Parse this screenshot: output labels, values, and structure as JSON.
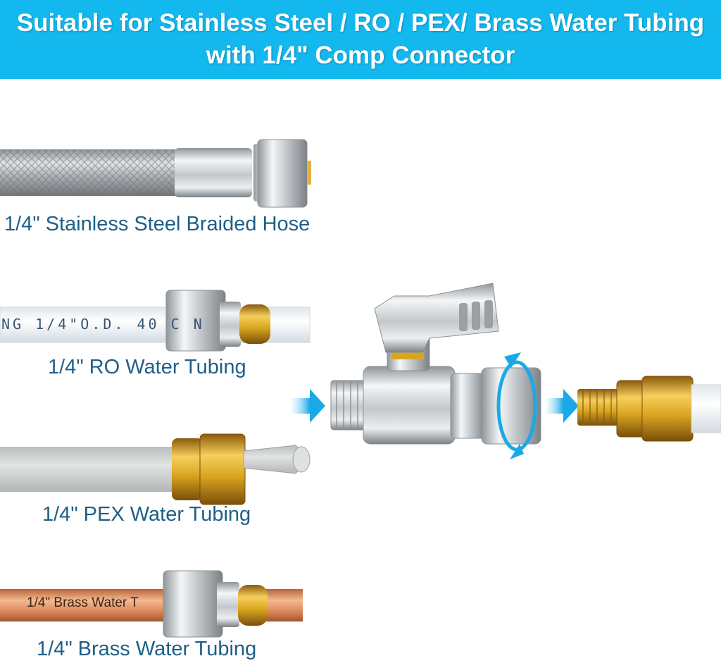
{
  "banner": {
    "line1": "Suitable for Stainless Steel / RO / PEX/ Brass Water Tubing",
    "line2": "with 1/4\" Comp Connector"
  },
  "items": [
    {
      "label": "1/4\" Stainless Steel Braided Hose"
    },
    {
      "label": "1/4\" RO Water Tubing",
      "tube_print": "NG 1/4\"O.D. 40 C N"
    },
    {
      "label": "1/4\" PEX Water Tubing"
    },
    {
      "label": "1/4\" Brass Water Tubing",
      "tube_print": "1/4\" Brass Water T"
    }
  ],
  "colors": {
    "banner": "#12b8ee",
    "label": "#1e5f86",
    "arrow": "#1aa9e6",
    "brass": "#d9a520",
    "copper": "#d9865a",
    "pex": "#d4d6d6",
    "chrome": "#c9cdd1"
  },
  "icons": [
    "flow-arrow-icon",
    "rotation-arrow-icon"
  ]
}
